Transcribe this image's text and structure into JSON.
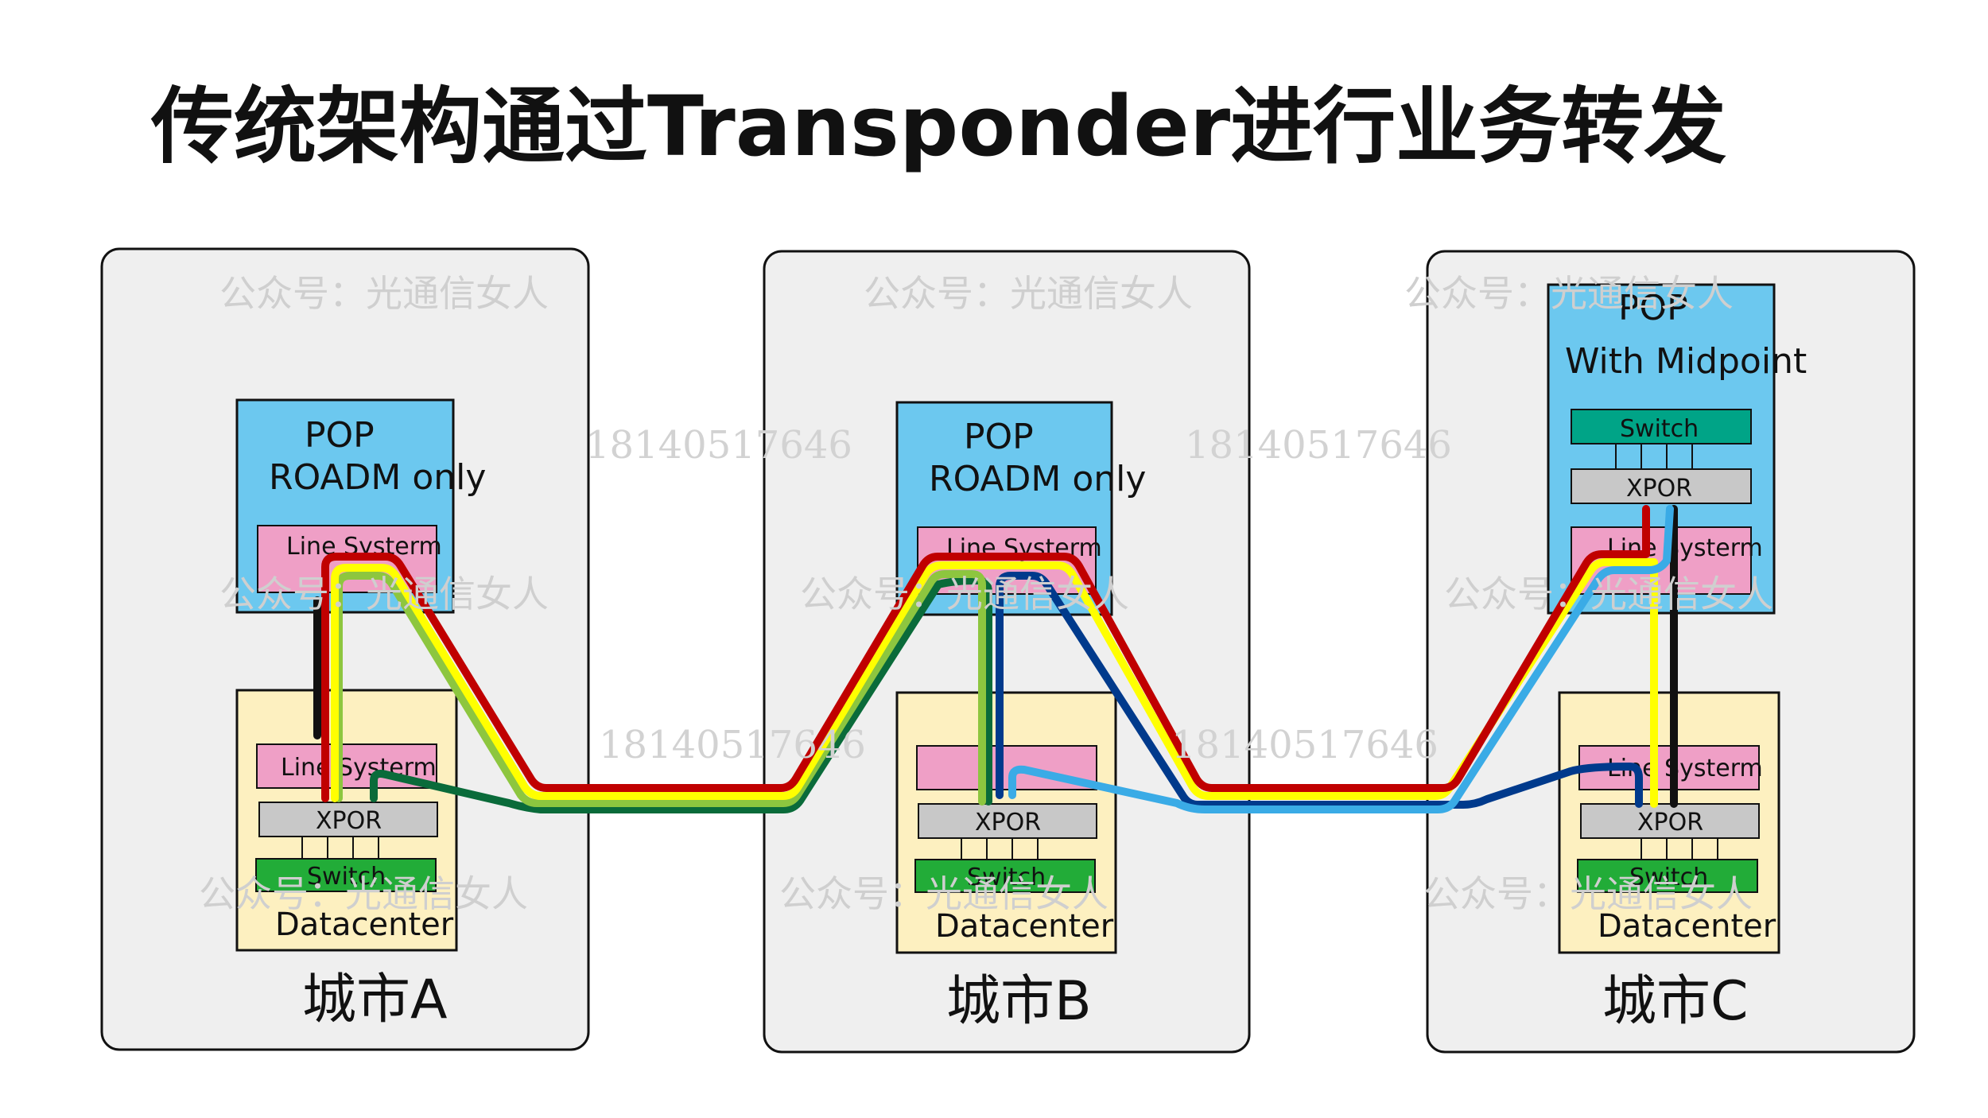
{
  "title": "传统架构通过Transponder进行业务转发",
  "cities": [
    {
      "id": "a",
      "label": "城市A",
      "pop": {
        "title": "POP",
        "subtitle": "ROADM only",
        "line_system": "Line Systerm"
      },
      "datacenter": {
        "label": "Datacenter",
        "line_system": "Line Systerm",
        "xpor": "XPOR",
        "switch": "Switch"
      }
    },
    {
      "id": "b",
      "label": "城市B",
      "pop": {
        "title": "POP",
        "subtitle": "ROADM only",
        "line_system": "Line Systerm"
      },
      "datacenter": {
        "label": "Datacenter",
        "line_system": "",
        "xpor": "XPOR",
        "switch": "Switch"
      }
    },
    {
      "id": "c",
      "label": "城市C",
      "pop": {
        "title": "POP",
        "subtitle": "With Midpoint",
        "switch": "Switch",
        "xpor": "XPOR",
        "line_system": "Line Systerm"
      },
      "datacenter": {
        "label": "Datacenter",
        "line_system": "Line Systerm",
        "xpor": "XPOR",
        "switch": "Switch"
      }
    }
  ],
  "watermarks": {
    "account": "公众号：光通信女人",
    "phone": "18140517646"
  },
  "colors": {
    "city_panel": "#efefef",
    "pop_box": "#6cc8ef",
    "datacenter_box": "#fdf0c0",
    "line_system": "#ef9fc6",
    "xpor": "#c8c8c8",
    "switch_dc": "#22ac38",
    "switch_pop": "#00a487",
    "fiber_red": "#c00000",
    "fiber_yellow": "#ffff00",
    "fiber_light_green": "#8dc63f",
    "fiber_dark_green": "#0a6b3a",
    "fiber_navy": "#003a8c",
    "fiber_sky_blue": "#3aabe6",
    "fiber_black": "#111111"
  }
}
